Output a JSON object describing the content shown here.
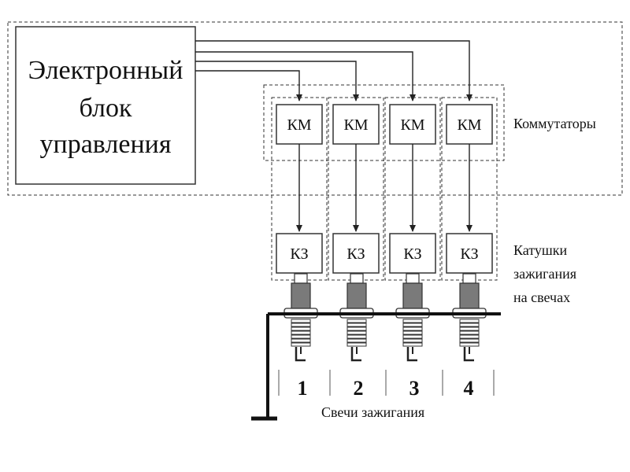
{
  "ecu": {
    "line1": "Электронный",
    "line2": "блок",
    "line3": "управления"
  },
  "switches": {
    "label": "Коммутаторы",
    "module_label": "КМ"
  },
  "coils": {
    "line1": "Катушки",
    "line2": "зажигания",
    "line3": "на свечах",
    "module_label": "КЗ"
  },
  "plugs": {
    "label": "Свечи зажигания",
    "numbers": [
      "1",
      "2",
      "3",
      "4"
    ]
  }
}
